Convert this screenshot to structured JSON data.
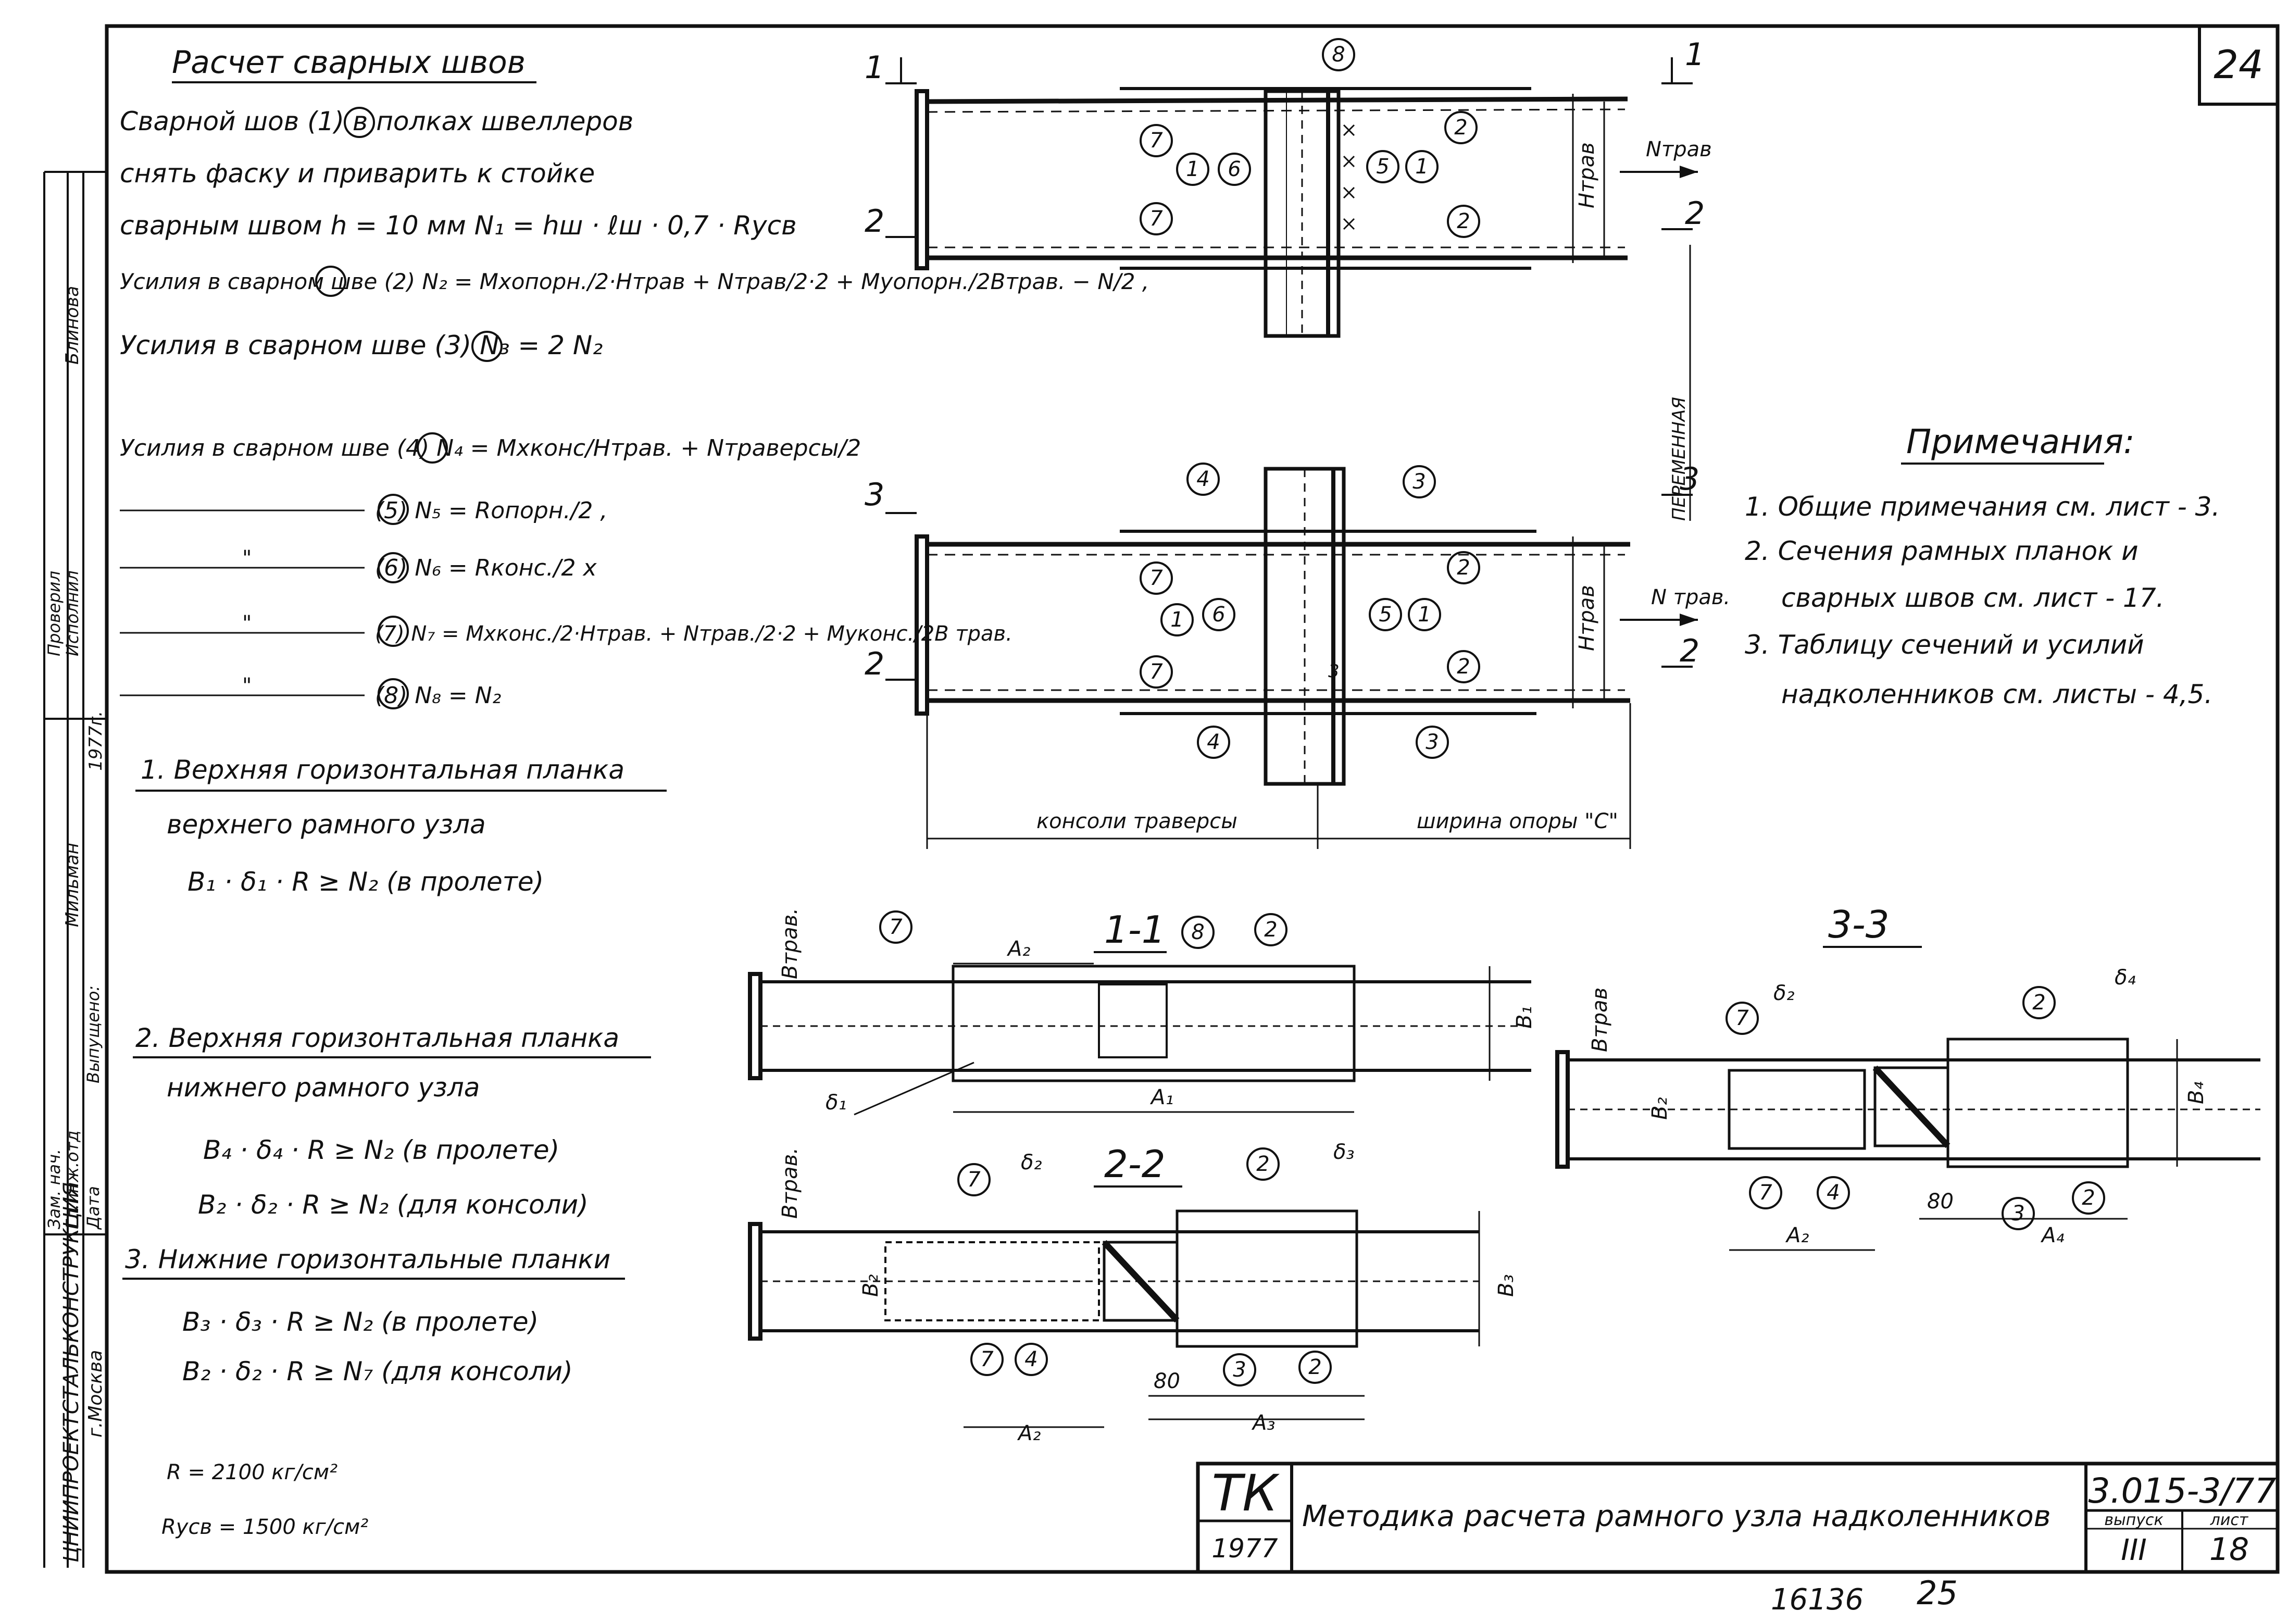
{
  "sheet": {
    "corner_number": "24",
    "footer_numbers": [
      "16136",
      "25"
    ]
  },
  "left_text": {
    "title": "Расчет сварных швов",
    "weld1_lines": [
      "Сварной шов (1) в полках швеллеров",
      "снять фаску и приварить к стойке",
      "сварным швом h = 10 мм  N₁ = hш · ℓш · 0,7 · Rусв"
    ],
    "weld2_line": "Усилия в сварном шве (2)  N₂ = Mхопорн./2·Hтрав + Nтрав/2·2 + Mуопорн./2Bтрав. − N/2 ,",
    "weld3_line": "Усилия в сварном шве (3)  N₃ = 2 N₂",
    "weld4_line": "Усилия в сварном шве (4) N₄ = Mхконс/Hтрав. + Nтраверсы/2",
    "weld5_line": "(5)  N₅ = Rопорн./2 ,",
    "weld6_line": "(6)  N₆ = Rконс./2 x",
    "weld7_line": "(7)  N₇ = Mхконс./2·Hтрав. + Nтрав./2·2 + Mуконс./2B трав.",
    "weld8_line": "(8)  N₈ = N₂",
    "ditto": "\"",
    "h1": "1. Верхняя горизонтальная планка",
    "h1_sub": "верхнего рамного узла",
    "h1_formula": "B₁ · δ₁ · R ≥ N₂  (в пролете)",
    "h2": "2. Верхняя горизонтальная планка",
    "h2_sub": "нижнего рамного узла",
    "h2_f1": "B₄ · δ₄ · R ≥ N₂   (в пролете)",
    "h2_f2": "B₂ · δ₂ · R ≥ N₂   (для консоли)",
    "h3": "3. Нижние горизонтальные планки",
    "h3_f1": "B₃ · δ₃ · R ≥ N₂      (в пролете)",
    "h3_f2": "B₂ · δ₂ · R ≥ N₇      (для консоли)",
    "r_value": "R = 2100 кг/см²",
    "ry_value": "Rусв = 1500 кг/см²"
  },
  "notes": {
    "title": "Примечания:",
    "items": [
      "1. Общие примечания см. лист - 3.",
      "2. Сечения рамных планок и",
      "сварных швов см. лист - 17.",
      "3. Таблицу сечений и усилий",
      "надколенников см. листы - 4,5."
    ]
  },
  "drawing": {
    "cut_marks": [
      "1",
      "1",
      "2",
      "2",
      "3",
      "3",
      "2",
      "2"
    ],
    "h_trav": "Hтрав",
    "n_trav": "Nтрав",
    "n_trav_lower": "N трав.",
    "variable": "ПЕРЕМЕННАЯ",
    "weld_numbers_top": [
      "8",
      "7",
      "1",
      "6",
      "5",
      "1",
      "2",
      "7",
      "2"
    ],
    "weld_numbers_bottom": [
      "4",
      "3",
      "7",
      "2",
      "1",
      "6",
      "5",
      "1",
      "7",
      "2",
      "4",
      "3"
    ],
    "weld_size_label": "3",
    "console_label": "консоли траверсы",
    "width_label": "ширина опоры \"С\"",
    "section11": "1-1",
    "section22": "2-2",
    "section33": "3-3",
    "dim": {
      "A1": "A₁",
      "A2": "A₂",
      "A3": "A₃",
      "A4": "A₄",
      "B1": "B₁",
      "B2": "B₂",
      "B3": "B₃",
      "B4": "B₄",
      "Btrav": "Bтрав.",
      "Btrav2": "Bтрав",
      "d1": "δ₁",
      "d2": "δ₂",
      "d3": "δ₃",
      "d4": "δ₄",
      "d80": "80"
    },
    "s11_welds": [
      "7",
      "8",
      "2"
    ],
    "s22_welds": [
      "7",
      "2",
      "7",
      "4",
      "3",
      "2"
    ],
    "s33_welds": [
      "7",
      "2",
      "7",
      "4",
      "3",
      "2"
    ]
  },
  "stamp": {
    "tk": "ТК",
    "year": "1977",
    "title": "Методика расчета рамного узла надколенников",
    "code": "3.015-3/77",
    "vypusk_label": "выпуск",
    "list_label": "лист",
    "vypusk": "III",
    "list": "18"
  },
  "side": {
    "org": "ЦНИИПРОЕКТСТАЛЬКОНСТРУКЦИЯ",
    "city": "г.Москва",
    "labels": [
      "Зам. нач.",
      "Гл.инж.отд",
      "Проверил",
      "Исполнил",
      "Дата",
      "Выпущено:"
    ],
    "names": [
      "Блинова",
      "Мильман",
      "1977г."
    ]
  }
}
